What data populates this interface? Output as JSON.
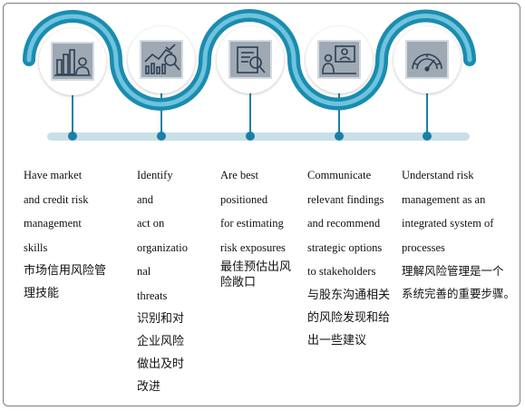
{
  "colors": {
    "ribbon_outer": "#1a8cb0",
    "ribbon_inner": "#6fc3dd",
    "connector": "#1a7fa6",
    "timeline": "#c9dfe8",
    "icon_box": "#9ea9b3",
    "icon_box_border": "#d4dbe1",
    "icon_lines": "#2d3f54"
  },
  "steps": [
    {
      "icon": "user-chart-icon",
      "english_lines": [
        "Have market",
        "and credit risk",
        "management",
        "skills"
      ],
      "chinese_lines": [
        "市场信用风险管",
        "理技能"
      ]
    },
    {
      "icon": "trend-analysis-icon",
      "english_lines": [
        "Identify",
        "and",
        "act on",
        "organizatio",
        "nal",
        "threats"
      ],
      "chinese_lines": [
        "识别和对",
        "企业风险",
        "做出及时",
        "改进"
      ]
    },
    {
      "icon": "document-search-icon",
      "english_lines": [
        "Are best",
        "positioned",
        "for estimating",
        "risk exposures"
      ],
      "chinese_lines": [
        "最佳预估出风",
        "险敞口"
      ]
    },
    {
      "icon": "presenter-screen-icon",
      "english_lines": [
        "Communicate",
        "relevant findings",
        "and recommend",
        "strategic options",
        "to stakeholders"
      ],
      "chinese_lines": [
        "与股东沟通相关",
        "的风险发现和给",
        "出一些建议"
      ]
    },
    {
      "icon": "gauge-icon",
      "english_lines": [
        "Understand risk",
        "management as an",
        "integrated system of",
        "processes"
      ],
      "chinese_lines": [
        "理解风险管理是一个",
        "系统完善的重要步骤。"
      ]
    }
  ]
}
